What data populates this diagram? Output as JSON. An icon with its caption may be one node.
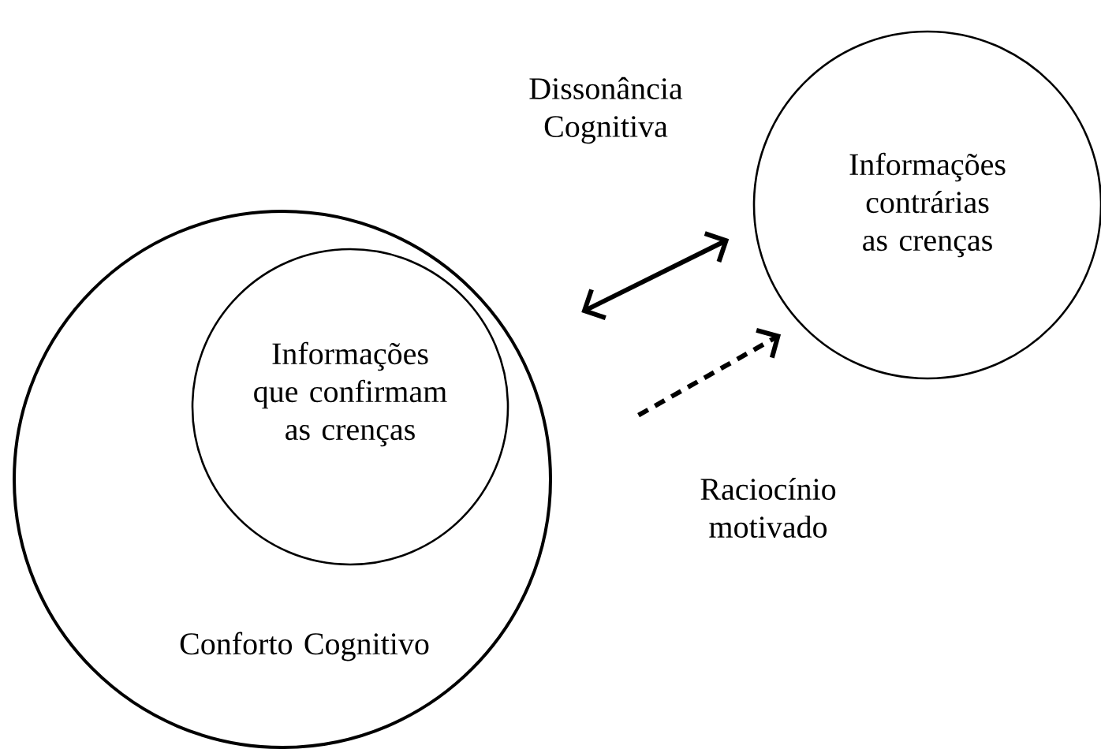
{
  "diagram": {
    "nodes": [
      {
        "text": [
          "Conforto Cognitivo"
        ]
      },
      {
        "text": [
          "Informações que confirmam as crenças"
        ],
        "in": 0
      },
      {
        "text": [
          "Informações contrárias as crenças"
        ]
      }
    ],
    "edges": [
      {
        "from": 0,
        "to": 2,
        "arrow": "both",
        "label": "Dissonância Cognitiva"
      },
      {
        "from": 0,
        "to": 2,
        "arrow": "to",
        "label": "Raciocínio motivado",
        "style": "dashed"
      }
    ]
  }
}
